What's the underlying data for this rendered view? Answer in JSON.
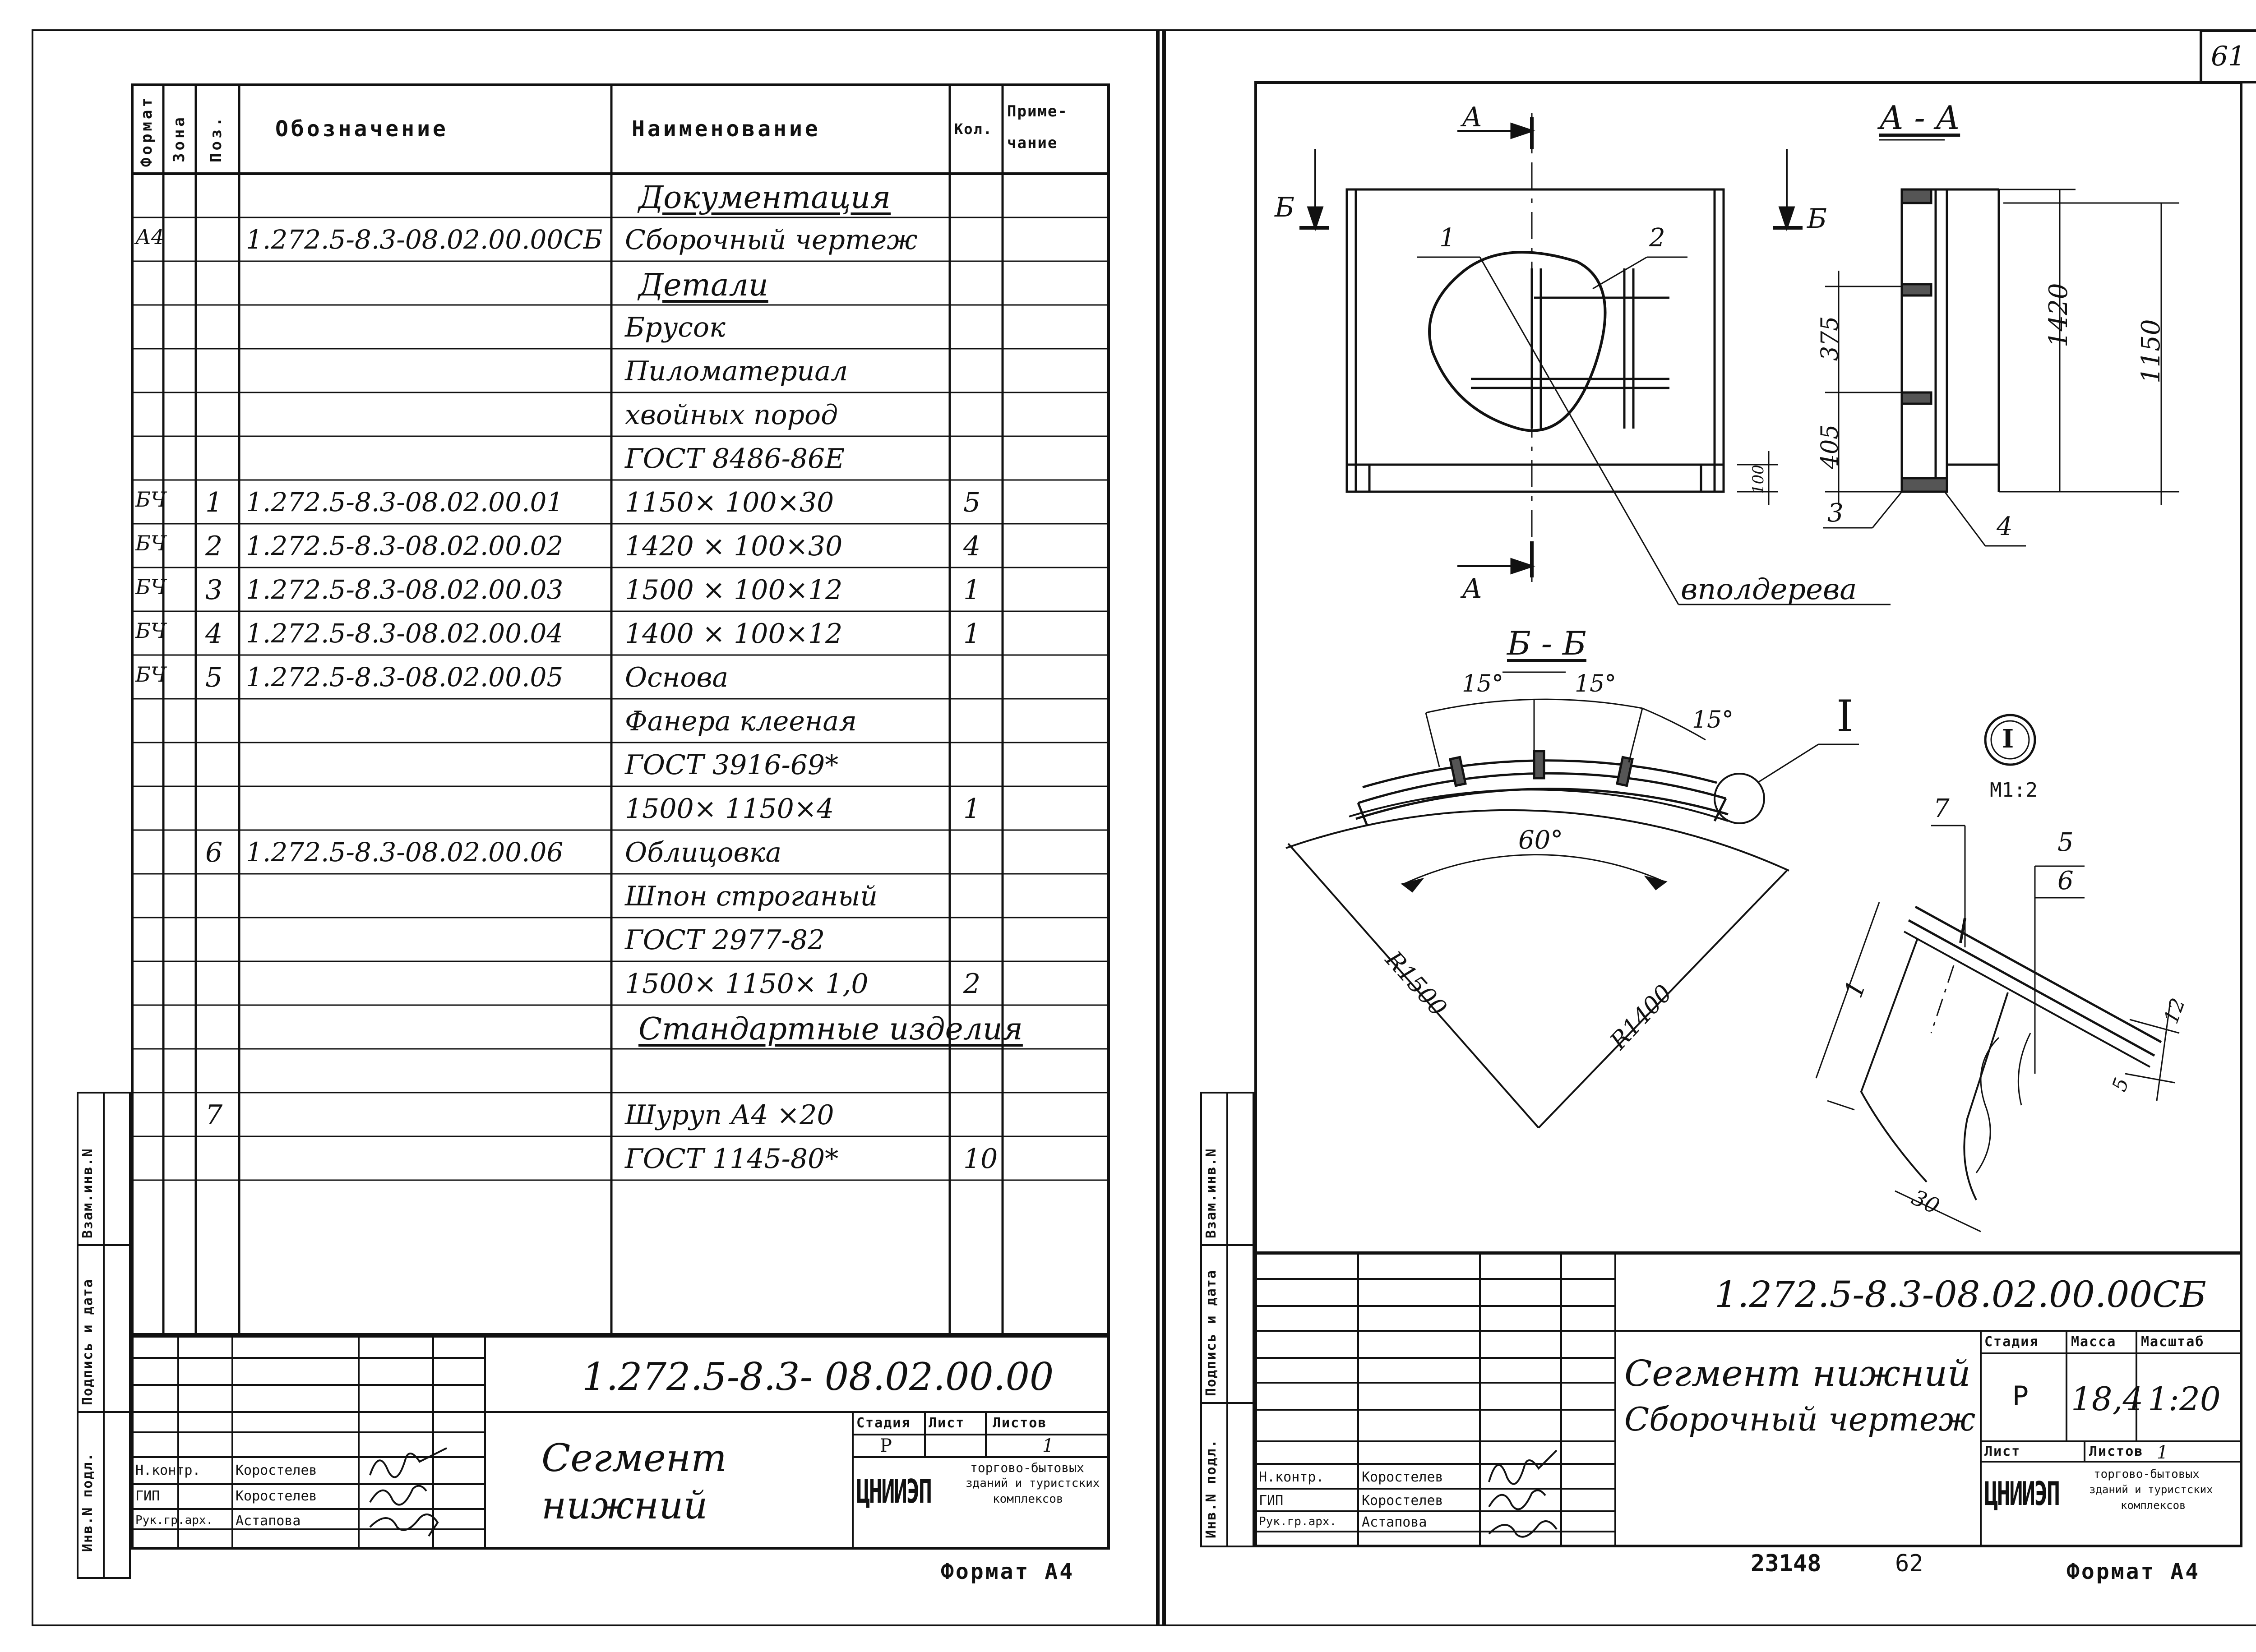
{
  "sheet_number": "61",
  "left_sheet": {
    "headers": {
      "format": "Формат",
      "zone": "Зона",
      "pos": "Поз.",
      "designation": "Обозначение",
      "name": "Наименование",
      "qty": "Кол.",
      "note_line1": "Приме-",
      "note_line2": "чание"
    },
    "rows": [
      {
        "format": "",
        "pos": "",
        "designation": "",
        "name": "Документация",
        "qty": "",
        "section": true
      },
      {
        "format": "А4",
        "pos": "",
        "designation": "1.272.5-8.3-08.02.00.00СБ",
        "name": "Сборочный чертеж",
        "qty": ""
      },
      {
        "format": "",
        "pos": "",
        "designation": "",
        "name": "Детали",
        "qty": "",
        "section": true
      },
      {
        "format": "",
        "pos": "",
        "designation": "",
        "name": "Брусок",
        "qty": ""
      },
      {
        "format": "",
        "pos": "",
        "designation": "",
        "name": "Пиломатериал",
        "qty": ""
      },
      {
        "format": "",
        "pos": "",
        "designation": "",
        "name": "хвойных пород",
        "qty": ""
      },
      {
        "format": "",
        "pos": "",
        "designation": "",
        "name": "ГОСТ 8486-86Е",
        "qty": ""
      },
      {
        "format": "БЧ",
        "pos": "1",
        "designation": "1.272.5-8.3-08.02.00.01",
        "name": "1150× 100×30",
        "qty": "5"
      },
      {
        "format": "БЧ",
        "pos": "2",
        "designation": "1.272.5-8.3-08.02.00.02",
        "name": "1420 × 100×30",
        "qty": "4"
      },
      {
        "format": "БЧ",
        "pos": "3",
        "designation": "1.272.5-8.3-08.02.00.03",
        "name": "1500 × 100×12",
        "qty": "1"
      },
      {
        "format": "БЧ",
        "pos": "4",
        "designation": "1.272.5-8.3-08.02.00.04",
        "name": "1400 × 100×12",
        "qty": "1"
      },
      {
        "format": "БЧ",
        "pos": "5",
        "designation": "1.272.5-8.3-08.02.00.05",
        "name": "Основа",
        "qty": ""
      },
      {
        "format": "",
        "pos": "",
        "designation": "",
        "name": "Фанера клееная",
        "qty": ""
      },
      {
        "format": "",
        "pos": "",
        "designation": "",
        "name": "ГОСТ 3916-69*",
        "qty": ""
      },
      {
        "format": "",
        "pos": "",
        "designation": "",
        "name": "1500× 1150×4",
        "qty": "1"
      },
      {
        "format": "",
        "pos": "6",
        "designation": "1.272.5-8.3-08.02.00.06",
        "name": "Облицовка",
        "qty": ""
      },
      {
        "format": "",
        "pos": "",
        "designation": "",
        "name": "Шпон строганый",
        "qty": ""
      },
      {
        "format": "",
        "pos": "",
        "designation": "",
        "name": "ГОСТ 2977-82",
        "qty": ""
      },
      {
        "format": "",
        "pos": "",
        "designation": "",
        "name": "1500× 1150× 1,0",
        "qty": "2"
      },
      {
        "format": "",
        "pos": "",
        "designation": "",
        "name": "Стандартные изделия",
        "qty": "",
        "section": true
      },
      {
        "format": "",
        "pos": "",
        "designation": "",
        "name": "",
        "qty": ""
      },
      {
        "format": "",
        "pos": "7",
        "designation": "",
        "name": "Шуруп А4 ×20",
        "qty": ""
      },
      {
        "format": "",
        "pos": "",
        "designation": "",
        "name": "ГОСТ 1145-80*",
        "qty": "10"
      }
    ],
    "side_labels": {
      "vzam": "Взам.инв.N",
      "podpis": "Подпись и дата",
      "inv": "Инв.N подл."
    },
    "title_block": {
      "doc_code": "1.272.5-8.3- 08.02.00.00",
      "title_line1": "Сегмент",
      "title_line2": "нижний",
      "stage_label": "Стадия",
      "sheet_label": "Лист",
      "sheets_label": "Листов",
      "stage": "Р",
      "sheets": "1",
      "org_logo": "ЦНИИЭП",
      "org_line1": "торгово-бытовых",
      "org_line2": "зданий и туристских",
      "org_line3": "комплексов",
      "roles": [
        {
          "role": "Н.контр.",
          "name": "Коростелев"
        },
        {
          "role": "ГИП",
          "name": "Коростелев"
        },
        {
          "role": "Рук.гр.арх.",
          "name": "Астапова"
        }
      ]
    },
    "format_label": "Формат А4"
  },
  "right_sheet": {
    "views": {
      "section_aa_title": "А - А",
      "section_bb_title": "Б - Б",
      "cut_a_top": "А",
      "cut_a_bottom": "А",
      "cut_b_left": "Б",
      "cut_b_right": "Б",
      "detail_mark": "I",
      "detail_circle_mark": "I",
      "detail_scale": "М1:2",
      "note_vpoldereva": "вполдерева"
    },
    "dimensions": {
      "d375": "375",
      "d405": "405",
      "d100": "100",
      "d1420": "1420",
      "d1150": "1150",
      "a15a": "15°",
      "a15b": "15°",
      "a15c": "15°",
      "a60": "60°",
      "r1500": "R1500",
      "r1400": "R1400",
      "d12": "12",
      "d5": "5",
      "d30": "30"
    },
    "callouts": {
      "c1": "1",
      "c2": "2",
      "c3": "3",
      "c4": "4",
      "c5": "5",
      "c6": "6",
      "c7": "7",
      "c1b": "1"
    },
    "side_labels": {
      "vzam": "Взам.инв.N",
      "podpis": "Подпись и дата",
      "inv": "Инв.N подл."
    },
    "title_block": {
      "doc_code": "1.272.5-8.3-08.02.00.00СБ",
      "title_line1": "Сегмент нижний",
      "title_line2": "Сборочный чертеж",
      "stage_label": "Стадия",
      "mass_label": "Масса",
      "scale_label": "Масштаб",
      "stage": "Р",
      "mass": "18,4",
      "scale": "1:20",
      "sheet_label": "Лист",
      "sheets_label": "Листов",
      "sheets": "1",
      "org_logo": "ЦНИИЭП",
      "org_line1": "торгово-бытовых",
      "org_line2": "зданий и туристских",
      "org_line3": "комплексов",
      "roles": [
        {
          "role": "Н.контр.",
          "name": "Коростелев"
        },
        {
          "role": "ГИП",
          "name": "Коростелев"
        },
        {
          "role": "Рук.гр.арх.",
          "name": "Астапова"
        }
      ]
    },
    "archive_no": "23148",
    "page_no": "62",
    "format_label": "Формат А4"
  }
}
